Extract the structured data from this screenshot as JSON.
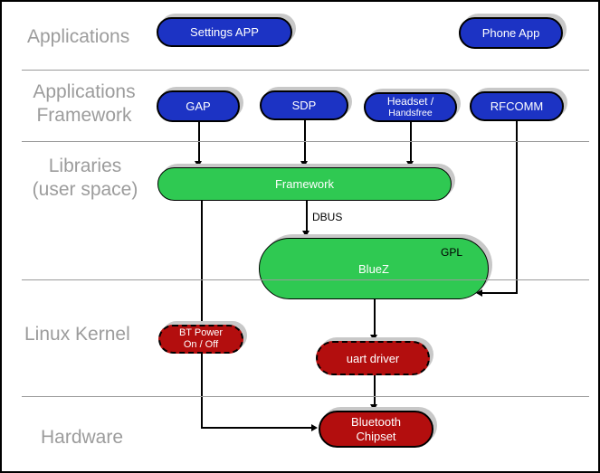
{
  "diagram": {
    "layer_labels": {
      "applications": "Applications",
      "applications_framework_line1": "Applications",
      "applications_framework_line2": "Framework",
      "libraries_line1": "Libraries",
      "libraries_line2": "(user space)",
      "linux_kernel": "Linux Kernel",
      "hardware": "Hardware"
    },
    "nodes": {
      "settings_app": {
        "label": "Settings APP"
      },
      "phone_app": {
        "label": "Phone App"
      },
      "gap": {
        "label": "GAP"
      },
      "sdp": {
        "label": "SDP"
      },
      "headset": {
        "line1": "Headset /",
        "line2": "Handsfree"
      },
      "rfcomm": {
        "label": "RFCOMM"
      },
      "framework": {
        "label": "Framework"
      },
      "bluez": {
        "label": "BlueZ",
        "license_tag": "GPL"
      },
      "bt_power": {
        "line1": "BT Power",
        "line2": "On / Off"
      },
      "uart_driver": {
        "label": "uart driver"
      },
      "bluetooth_chipset": {
        "line1": "Bluetooth",
        "line2": "Chipset"
      }
    },
    "edge_labels": {
      "dbus": "DBUS"
    },
    "colors": {
      "app_node_fill": "#1c33c4",
      "library_node_fill": "#2fc952",
      "kernel_node_fill": "#b30e0e",
      "node_text": "#ffffff",
      "shadow": "#c8c8c8",
      "layer_label": "#9c9c9c",
      "divider": "#9a9a9a",
      "line": "#000000"
    }
  }
}
